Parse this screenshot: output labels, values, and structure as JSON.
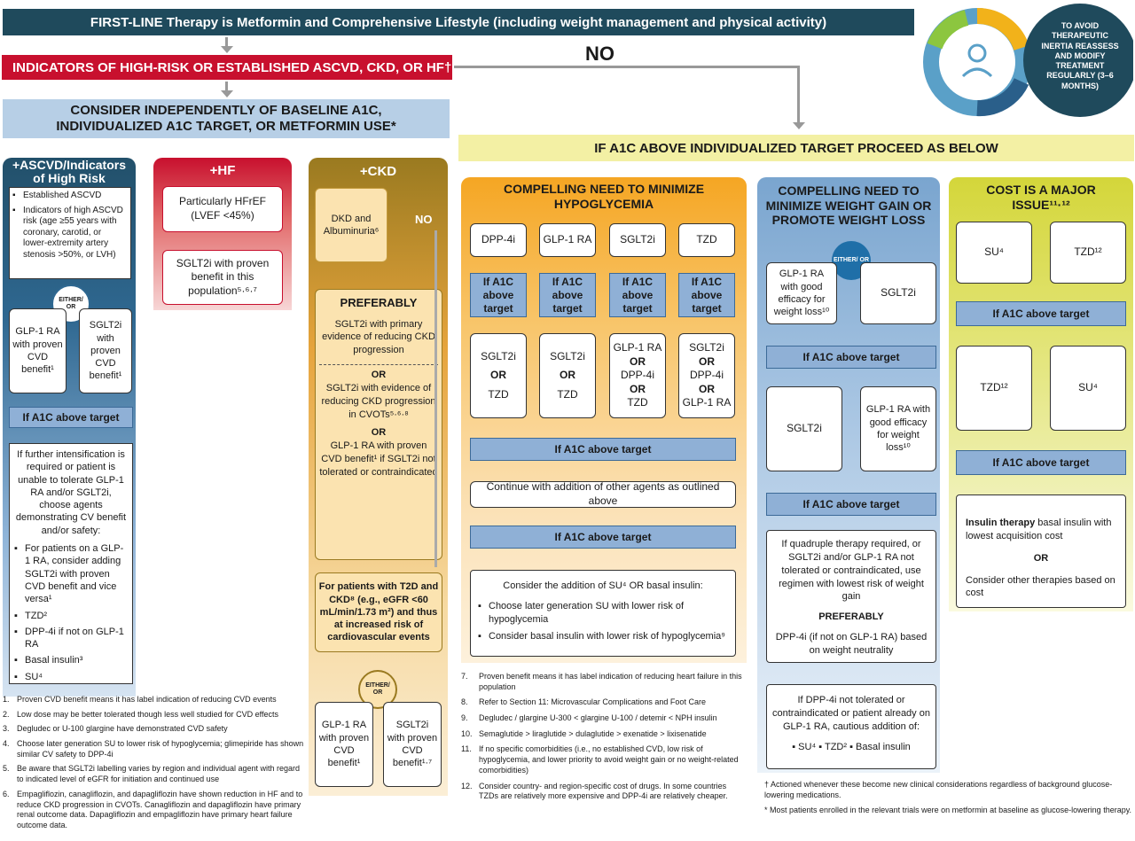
{
  "top_bar": "FIRST-LINE Therapy is Metformin and Comprehensive Lifestyle (including weight management and physical activity)",
  "badge": "TO AVOID THERAPEUTIC INERTIA REASSESS AND MODIFY TREATMENT REGULARLY (3–6 MONTHS)",
  "high_risk_bar": "INDICATORS OF HIGH-RISK OR ESTABLISHED ASCVD, CKD, OR HF†",
  "no_label": "NO",
  "consider_bar_1": "CONSIDER INDEPENDENTLY OF BASELINE A1C,",
  "consider_bar_2": "INDIVIDUALIZED A1C TARGET, OR METFORMIN USE*",
  "proceed_bar": "IF A1C ABOVE INDIVIDUALIZED TARGET PROCEED AS BELOW",
  "ascvd": {
    "title": "+ASCVD/Indicators of High Risk",
    "bullets": [
      "Established ASCVD",
      "Indicators of high ASCVD risk (age ≥55 years with coronary, carotid, or lower-extremity artery stenosis >50%, or LVH)"
    ],
    "either": "EITHER/ OR",
    "opt1": "GLP-1 RA with proven CVD benefit¹",
    "opt2": "SGLT2i with proven CVD benefit¹",
    "if_a1c": "If A1C above target",
    "further": "If further intensification is required or patient is unable to tolerate GLP-1 RA and/or SGLT2i, choose agents demonstrating CV benefit and/or safety:",
    "items": [
      "For patients on a GLP-1 RA, consider adding SGLT2i with proven CVD benefit and vice versa¹",
      "TZD²",
      "DPP-4i if not on GLP-1 RA",
      "Basal insulin³",
      "SU⁴"
    ]
  },
  "hf": {
    "title": "+HF",
    "box1": "Particularly HFrEF (LVEF <45%)",
    "box2": "SGLT2i with proven benefit in this population⁵·⁶·⁷"
  },
  "ckd": {
    "title": "+CKD",
    "box1": "DKD and Albuminuria⁶",
    "no": "NO",
    "preferably": "PREFERABLY",
    "pref1": "SGLT2i with primary evidence of reducing CKD progression",
    "or1": "OR",
    "pref2": "SGLT2i with evidence of reducing CKD progression in CVOTs⁵·⁶·⁸",
    "or2": "OR",
    "pref3": "GLP-1 RA with proven CVD benefit¹ if SGLT2i not tolerated or contraindicated",
    "patients": "For patients with T2D and CKD⁸ (e.g., eGFR <60 mL/min/1.73 m²) and thus at increased risk of cardiovascular events",
    "either": "EITHER/ OR",
    "opt1": "GLP-1 RA with proven CVD benefit¹",
    "opt2": "SGLT2i with proven CVD benefit¹·⁷"
  },
  "hypo": {
    "title": "COMPELLING NEED TO MINIMIZE HYPOGLYCEMIA",
    "drugs": [
      "DPP-4i",
      "GLP-1 RA",
      "SGLT2i",
      "TZD"
    ],
    "if_a1c": "If A1C above target",
    "next": [
      [
        "SGLT2i",
        "OR",
        "TZD"
      ],
      [
        "SGLT2i",
        "OR",
        "TZD"
      ],
      [
        "GLP-1 RA",
        "OR",
        "DPP-4i",
        "OR",
        "TZD"
      ],
      [
        "SGLT2i",
        "OR",
        "DPP-4i",
        "OR",
        "GLP-1 RA"
      ]
    ],
    "if_a1c_wide": "If A1C above target",
    "continue": "Continue with addition of other agents as outlined above",
    "if_a1c_wide2": "If A1C above target",
    "consider": "Consider the addition of SU⁴ OR basal insulin:",
    "consider_items": [
      "Choose later generation SU with lower risk of hypoglycemia",
      "Consider basal insulin with lower risk of hypoglycemia⁹"
    ]
  },
  "weight": {
    "title": "COMPELLING NEED TO MINIMIZE WEIGHT GAIN OR PROMOTE WEIGHT LOSS",
    "either": "EITHER/ OR",
    "opt1": "GLP-1 RA with good efficacy for weight loss¹⁰",
    "opt2": "SGLT2i",
    "if_a1c": "If A1C above target",
    "next1": "SGLT2i",
    "next2": "GLP-1 RA with good efficacy for weight loss¹⁰",
    "if_a1c2": "If A1C above target",
    "quad": "If quadruple therapy required, or SGLT2i and/or GLP-1 RA not tolerated or contraindicated, use regimen with lowest risk of weight gain",
    "preferably": "PREFERABLY",
    "dpp": "DPP-4i (if not on GLP-1 RA) based on weight neutrality",
    "final": "If DPP-4i not tolerated or contraindicated or patient already on GLP-1 RA, cautious addition of:",
    "final_items": "▪ SU⁴ ▪ TZD² ▪ Basal insulin"
  },
  "cost": {
    "title": "COST IS A MAJOR ISSUE¹¹·¹²",
    "opt1": "SU⁴",
    "opt2": "TZD¹²",
    "if_a1c": "If A1C above target",
    "next1": "TZD¹²",
    "next2": "SU⁴",
    "if_a1c2": "If A1C above target",
    "insulin_bold": "Insulin therapy",
    "insulin_rest": " basal insulin with lowest acquisition cost",
    "or": "OR",
    "other": "Consider other therapies based on cost"
  },
  "footnotes_left": [
    [
      "1.",
      "Proven CVD benefit means it has label indication of reducing CVD events"
    ],
    [
      "2.",
      "Low dose may be better tolerated though less well studied for CVD effects"
    ],
    [
      "3.",
      "Degludec or U-100 glargine have demonstrated CVD safety"
    ],
    [
      "4.",
      "Choose later generation SU to lower risk of hypoglycemia; glimepiride has shown similar CV safety to DPP-4i"
    ],
    [
      "5.",
      "Be aware that SGLT2i labelling varies by region and individual agent with regard to indicated level of eGFR for initiation and continued use"
    ],
    [
      "6.",
      "Empagliflozin, canagliflozin, and dapagliflozin have shown reduction in HF and to reduce CKD progression in CVOTs. Canagliflozin and dapagliflozin have primary renal outcome data. Dapagliflozin and empagliflozin have primary heart failure outcome data."
    ]
  ],
  "footnotes_mid": [
    [
      "7.",
      "Proven benefit means it has label indication of reducing heart failure in this population"
    ],
    [
      "8.",
      "Refer to Section 11: Microvascular Complications and Foot Care"
    ],
    [
      "9.",
      "Degludec / glargine U-300 < glargine U-100 / detemir < NPH insulin"
    ],
    [
      "10.",
      "Semaglutide > liraglutide > dulaglutide > exenatide > lixisenatide"
    ],
    [
      "11.",
      "If no specific comorbidities (i.e., no established CVD, low risk of hypoglycemia, and lower priority to avoid weight gain or no weight-related comorbidities)"
    ],
    [
      "12.",
      "Consider country- and region-specific cost of drugs. In some countries TZDs are relatively more expensive and DPP-4i are relatively cheaper."
    ]
  ],
  "footnotes_right": [
    "† Actioned whenever these become new clinical considerations regardless of background glucose-lowering medications.",
    "* Most patients enrolled in the relevant trials were on metformin at baseline as glucose-lowering therapy."
  ]
}
